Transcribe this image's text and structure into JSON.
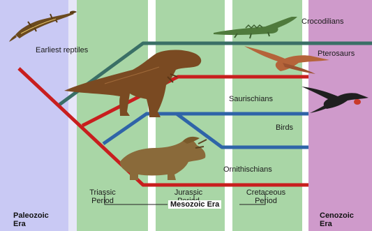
{
  "colors": {
    "paleozoic": "#c9c9f4",
    "paleozoic_edge": "#ededfb",
    "mesozoic": "#a9d6a6",
    "gap": "#ffffff",
    "cenozoic": "#cf9acb",
    "crocodilian_line": "#3a6f66",
    "saurischian_line": "#c81e1e",
    "bird_line": "#2f64a8",
    "ornithischian_line": "#c81e1e"
  },
  "labels": {
    "earliest_reptiles": "Earliest reptiles",
    "crocodilians": "Crocodilians",
    "pterosaurs": "Pterosaurs",
    "saurischians": "Saurischians",
    "birds": "Birds",
    "ornithischians": "Ornithischians"
  },
  "periods": {
    "triassic": [
      "Triassic",
      "Period"
    ],
    "jurassic": [
      "Jurassic",
      "Period"
    ],
    "cretaceous": [
      "Cretaceous",
      "Period"
    ]
  },
  "eras": {
    "paleozoic": [
      "Paleozoic",
      "Era"
    ],
    "mesozoic": "Mesozoic Era",
    "cenozoic": [
      "Cenozoic",
      "Era"
    ]
  },
  "icons": [
    "lizard-icon",
    "crocodile-icon",
    "pterosaur-icon",
    "tyrannosaurus-icon",
    "frigatebird-icon",
    "triceratops-icon"
  ]
}
